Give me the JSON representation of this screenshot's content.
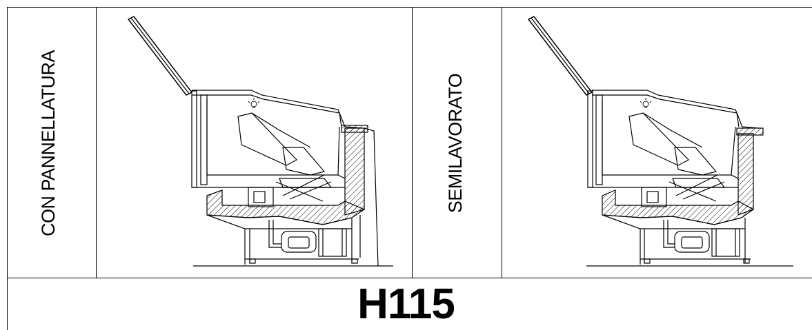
{
  "panels": [
    {
      "label": "CON PANNELLATURA"
    },
    {
      "label": "SEMILAVORATO"
    }
  ],
  "model": "H115",
  "colors": {
    "line": "#000000",
    "background": "#ffffff"
  }
}
